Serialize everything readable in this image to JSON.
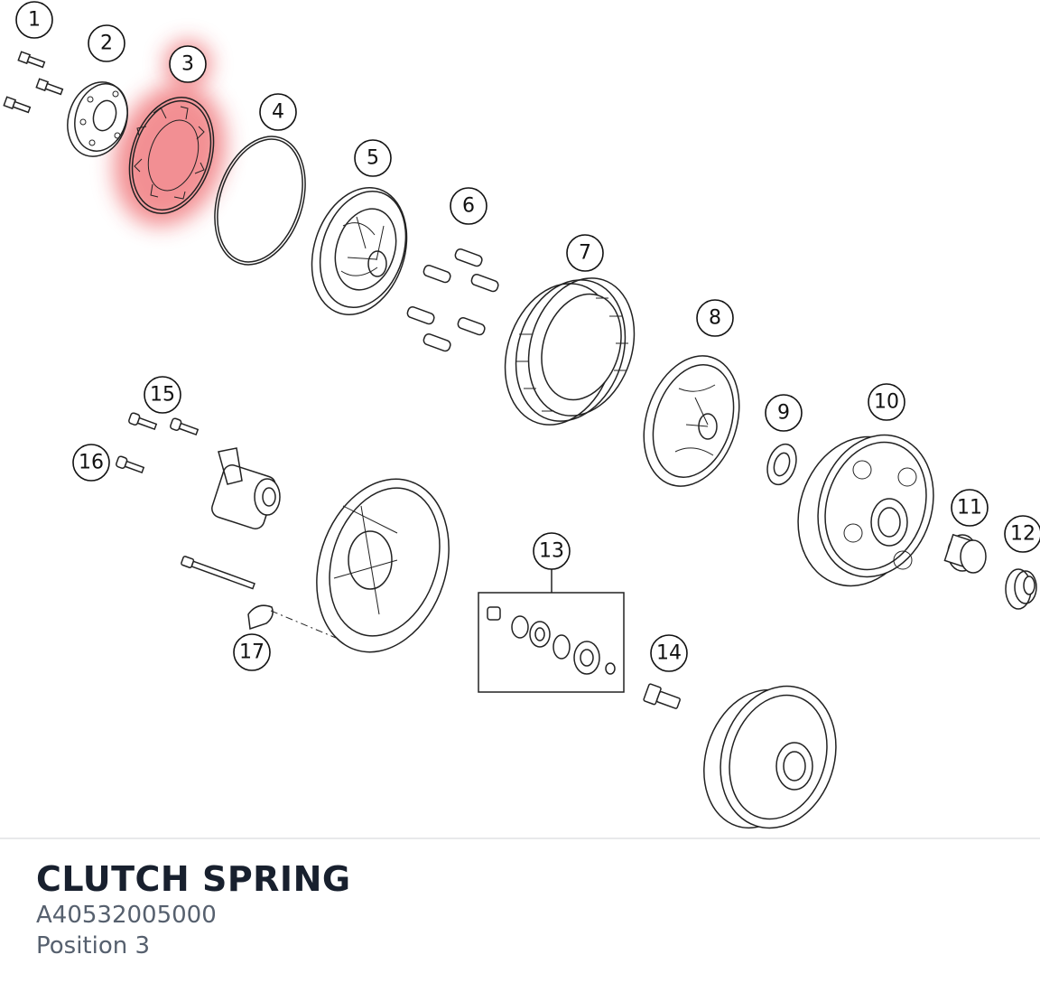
{
  "selected_part": {
    "name": "CLUTCH SPRING",
    "part_number": "A40532005000",
    "position_label": "Position 3",
    "position": 3
  },
  "highlight_color": "#e8343b",
  "callouts": [
    "1",
    "2",
    "3",
    "4",
    "5",
    "6",
    "7",
    "8",
    "9",
    "10",
    "11",
    "12",
    "13",
    "14",
    "15",
    "16",
    "17"
  ]
}
